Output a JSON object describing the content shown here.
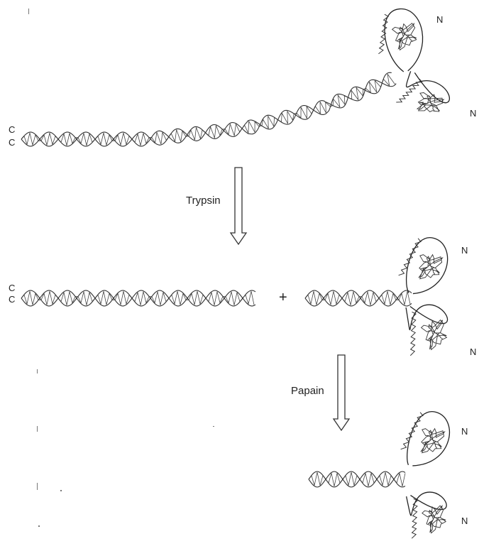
{
  "steps": [
    {
      "enzyme": "Trypsin"
    },
    {
      "enzyme": "Papain"
    }
  ],
  "terminal_labels": {
    "n": "N",
    "c": "C"
  },
  "plus_sign": "+"
}
